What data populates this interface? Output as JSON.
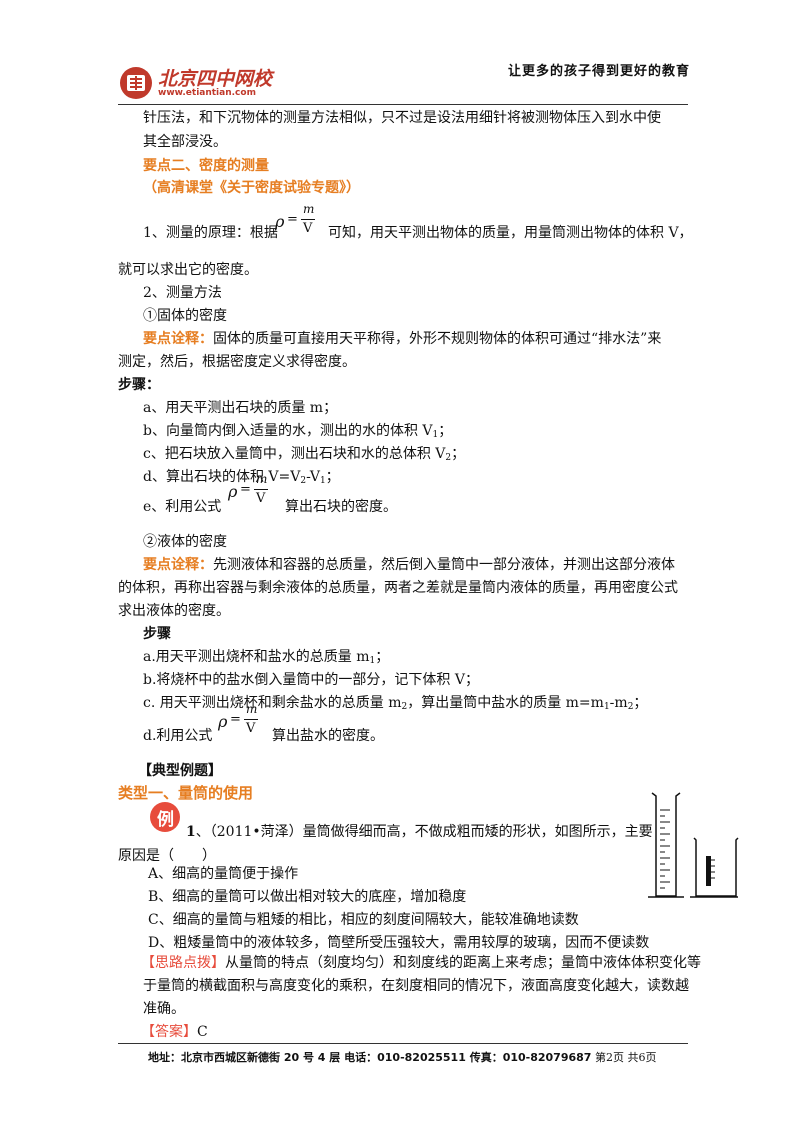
{
  "header": {
    "slogan": "让更多的孩子得到更好的教育",
    "logo_cn": "北京四中网校",
    "logo_url": "www.etiantian.com"
  },
  "body": {
    "cont1": "针压法，和下沉物体的测量方法相似，只不过是设法用细针将被测物体压入到水中使",
    "cont2": "其全部浸没。",
    "sec2_title": "要点二、密度的测量",
    "sec2_course": "（高清课堂《关于密度试验专题》）",
    "p1_a": "1、测量的原理：根据",
    "p1_b": "可知，用天平测出物体的质量，用量筒测出物体的体积 V，",
    "p1_c": "就可以求出它的密度。",
    "formula_rho": "ρ",
    "formula_eq": "=",
    "formula_m": "m",
    "formula_v": "V",
    "p2": "2、测量方法",
    "solid_title": "①固体的密度",
    "note_label": "要点诠释：",
    "solid_note_a": "固体的质量可直接用天平称得，外形不规则物体的体积可通过“排水法”来",
    "solid_note_b": "测定，然后，根据密度定义求得密度。",
    "steps_label": "步骤：",
    "step_a": "a、用天平测出石块的质量 m；",
    "step_b_pre": "b、向量筒内倒入适量的水，测出的水的体积 V",
    "step_b_sub": "1",
    "step_b_post": "；",
    "step_c_pre": "c、把石块放入量筒中，测出石块和水的总体积 V",
    "step_c_sub": "2",
    "step_c_post": "；",
    "step_d_pre": "d、算出石块的体积 V=V",
    "step_d_sub1": "2",
    "step_d_mid": "-V",
    "step_d_sub2": "1",
    "step_d_post": "；",
    "step_e_a": "e、利用公式",
    "step_e_b": "算出石块的密度。",
    "liquid_title": "②液体的密度",
    "liquid_note_a": "先测液体和容器的总质量，然后倒入量筒中一部分液体，并测出这部分液体",
    "liquid_note_b": "的体积，再称出容器与剩余液体的总质量，两者之差就是量筒内液体的质量，再用密度公式",
    "liquid_note_c": "求出液体的密度。",
    "steps2_label": "步骤",
    "ls_a_pre": "a.用天平测出烧杯和盐水的总质量 m",
    "ls_a_sub": "1",
    "ls_a_post": "；",
    "ls_b": "b.将烧杯中的盐水倒入量筒中的一部分，记下体积 V；",
    "ls_c_pre": "c. 用天平测出烧杯和剩余盐水的总质量 m",
    "ls_c_sub": "2",
    "ls_c_mid": "，算出量筒中盐水的质量 m=m",
    "ls_c_sub1": "1",
    "ls_c_mid2": "-m",
    "ls_c_sub2": "2",
    "ls_c_post": "；",
    "ls_d_a": "d.利用公式",
    "ls_d_b": "算出盐水的密度。"
  },
  "examples": {
    "heading": "【典型例题】",
    "type1": "类型一、量筒的使用",
    "badge": "例",
    "q1_num": "1",
    "q1_text": "、（2011•菏泽）量筒做得细而高，不做成粗而矮的形状，如图所示，主要",
    "q1_text2": "原因是（　　）",
    "optA": "A、细高的量筒便于操作",
    "optB": "B、细高的量筒可以做出相对较大的底座，增加稳度",
    "optC": "C、细高的量筒与粗矮的相比，相应的刻度间隔较大，能较准确地读数",
    "optD": "D、粗矮量筒中的液体较多，筒壁所受压强较大，需用较厚的玻璃，因而不便读数",
    "hint_label": "【思路点拨】",
    "hint_a": "从量筒的特点（刻度均匀）和刻度线的距离上来考虑；量筒中液体体积变化等",
    "hint_b": "于量筒的横截面积与高度变化的乘积，在刻度相同的情况下，液面高度变化越大，读数越",
    "hint_c": "准确。",
    "answer_label": "【答案】",
    "answer": "C"
  },
  "footer": {
    "address": "地址：北京市西城区新德街 20 号 4 层  电话：010-82025511  传真：010-82079687",
    "page": "第2页  共6页"
  },
  "colors": {
    "accent": "#e67e22",
    "red": "#e74c3c",
    "logo_red": "#c0392b"
  }
}
